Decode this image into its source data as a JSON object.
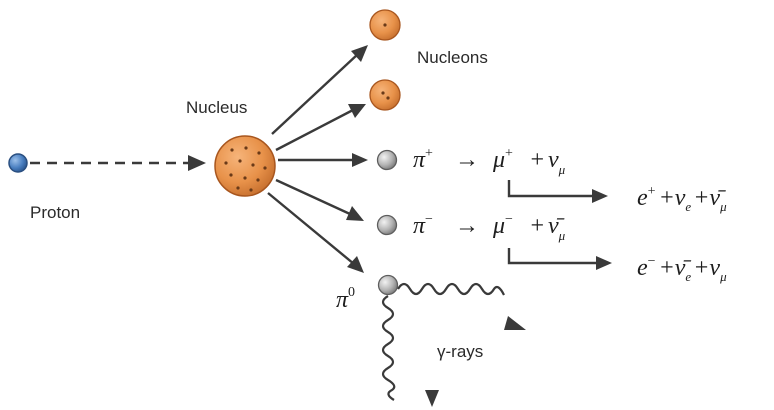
{
  "labels": {
    "nucleons": "Nucleons",
    "nucleus": "Nucleus",
    "proton": "Proton",
    "gamma_rays": "γ-rays"
  },
  "particles": {
    "pi_plus": "π",
    "pi_plus_sup": "+",
    "pi_minus": "π",
    "pi_minus_sup": "−",
    "pi_zero": "π",
    "pi_zero_sup": "0"
  },
  "decays": {
    "pi_plus_arrow": "→",
    "mu_plus": "μ",
    "mu_plus_sup": "+",
    "plus1": "+",
    "nu_mu_1": "ν",
    "nu_mu_1_sub": "μ",
    "pi_minus_arrow": "→",
    "mu_minus": "μ",
    "mu_minus_sup": "−",
    "plus2": "+",
    "nubar_mu_1": "ν̄",
    "nubar_mu_1_sub": "μ"
  },
  "products": {
    "e_plus": "e",
    "e_plus_sup": "+",
    "p1": "+",
    "nu_e": "ν",
    "nu_e_sub": "e",
    "p2": "+",
    "nubar_mu_2": "ν̄",
    "nubar_mu_2_sub": "μ",
    "e_minus": "e",
    "e_minus_sup": "−",
    "p3": "+",
    "nubar_e": "ν̄",
    "nubar_e_sub": "e",
    "p4": "+",
    "nu_mu_2": "ν",
    "nu_mu_2_sub": "μ"
  },
  "colors": {
    "nucleon_orange": "#e8924a",
    "nucleon_edge": "#a8561e",
    "proton_blue": "#4a7fc0",
    "pion_gray": "#a9a9a9",
    "arrow": "#3a3a3a"
  }
}
